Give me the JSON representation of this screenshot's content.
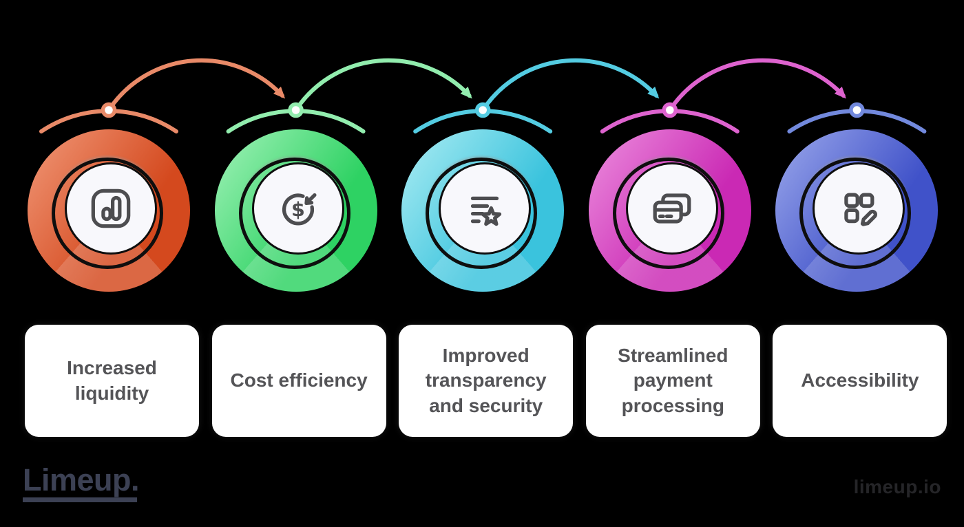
{
  "canvas": {
    "background": "#000000",
    "card_bg": "#ffffff",
    "label_color": "#545457",
    "ink": "#0e0e0e",
    "icon_ink": "#4d4d50",
    "disc_bg": "#f8f8fc"
  },
  "items": [
    {
      "label": "Increased liquidity",
      "icon": "bar-chart-icon",
      "colors": {
        "main": "#d4491e",
        "light": "#ee9170",
        "tint": "#e98a68"
      }
    },
    {
      "label": "Cost efficiency",
      "icon": "dollar-refresh-icon",
      "colors": {
        "main": "#2ed263",
        "light": "#97efb1",
        "tint": "#92edae"
      }
    },
    {
      "label": "Improved transparency and security",
      "icon": "list-star-icon",
      "colors": {
        "main": "#3ac3dd",
        "light": "#a2e9f1",
        "tint": "#54cce2"
      }
    },
    {
      "label": "Streamlined payment processing",
      "icon": "credit-cards-icon",
      "colors": {
        "main": "#ca29b4",
        "light": "#e985da",
        "tint": "#de63cf"
      }
    },
    {
      "label": "Accessibility",
      "icon": "apps-edit-icon",
      "colors": {
        "main": "#4052c9",
        "light": "#93a0e8",
        "tint": "#7289dd"
      }
    }
  ],
  "footer": {
    "brand": "Limeup.",
    "brand_color": "#3c4154",
    "watermark": "limeup.io",
    "watermark_color": "#252528"
  }
}
